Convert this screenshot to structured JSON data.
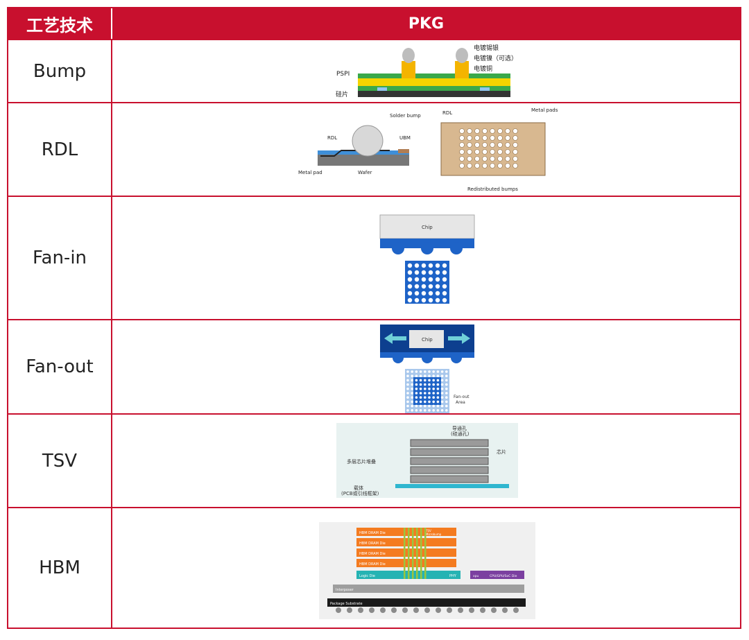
{
  "header": {
    "col1": "工艺技术",
    "col2": "PKG"
  },
  "rows": [
    {
      "name": "Bump",
      "labels": {
        "l1": "电镀锡银",
        "l2": "电镀镍（可选）",
        "l3": "电镀铜",
        "pspi": "PSPI",
        "wafer": "硅片"
      }
    },
    {
      "name": "RDL",
      "labels": {
        "solder": "Solder bump",
        "rdl": "RDL",
        "ubm": "UBM",
        "metalpad": "Metal pad",
        "wafer": "Wafer",
        "rdl2": "RDL",
        "metalpads": "Metal pads",
        "redist": "Redistributed bumps"
      }
    },
    {
      "name": "Fan-in",
      "labels": {
        "chip": "Chip"
      }
    },
    {
      "name": "Fan-out",
      "labels": {
        "chip": "Chip",
        "area1": "Fan-out",
        "area2": "Area"
      }
    },
    {
      "name": "TSV",
      "labels": {
        "hole1": "导通孔",
        "hole2": "(硅通孔)",
        "stack": "多层芯片堆叠",
        "chip": "芯片",
        "base1": "载体",
        "base2": "(PCB或引线框架)"
      }
    },
    {
      "name": "HBM",
      "labels": {
        "d1": "HBM DRAM Die",
        "d2": "HBM DRAM Die",
        "d3": "HBM DRAM Die",
        "d4": "HBM DRAM Die",
        "tsv": "TSV",
        "microbump": "Microbump",
        "logic": "Logic Die",
        "phy": "PHY",
        "asic": "CPU/GPU/SoC Die",
        "xpu": "xpu",
        "interposer": "Interposer",
        "substrate": "Package Substrate"
      }
    }
  ],
  "colors": {
    "accent": "#c8102e",
    "blue": "#1565c0",
    "green": "#3aa84a",
    "gold": "#f4b400"
  }
}
